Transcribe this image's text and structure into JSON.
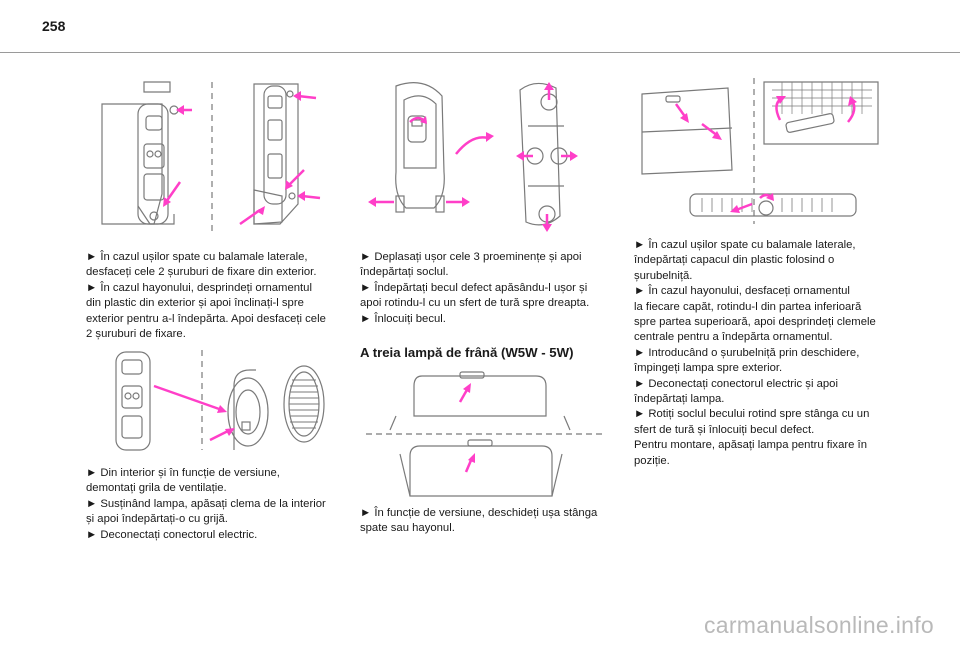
{
  "page": {
    "number": "258"
  },
  "colors": {
    "arrow": "#ff3fc8",
    "line": "#7a7a7a"
  },
  "col1": {
    "block1": [
      "► În cazul ușilor spate cu balamale laterale,",
      "desfaceți cele 2 șuruburi de fixare din exterior.",
      "► În cazul hayonului, desprindeți ornamentul",
      "din plastic din exterior și apoi înclinați-l spre",
      "exterior pentru a-l îndepărta. Apoi desfaceți cele",
      "2 șuruburi de fixare."
    ],
    "block2": [
      "► Din interior și în funcție de versiune,",
      "demontați grila de ventilație.",
      "► Susținând lampa, apăsați clema de la interior",
      "și apoi îndepărtați-o cu grijă.",
      "► Deconectați conectorul electric."
    ]
  },
  "col2": {
    "block1": [
      "► Deplasați ușor cele 3 proeminențe și apoi",
      "îndepărtați soclul.",
      "► Îndepărtați becul defect apăsându-l ușor și",
      "apoi rotindu-l cu un sfert de tură spre dreapta.",
      "► Înlocuiți becul."
    ],
    "section_title": "A treia lampă de frână (W5W - 5W)",
    "block2": [
      "► În funcție de versiune, deschideți ușa stânga",
      "spate sau hayonul."
    ]
  },
  "col3": {
    "block1": [
      "► În cazul ușilor spate cu balamale laterale,",
      "îndepărtați capacul din plastic folosind o",
      "șurubelniță.",
      "► În cazul hayonului, desfaceți ornamentul",
      "la fiecare capăt, rotindu-l din partea inferioară",
      "spre partea superioară, apoi desprindeți clemele",
      "centrale pentru a îndepărta ornamentul.",
      "► Introducând o șurubelniță prin deschidere,",
      "împingeți lampa spre exterior.",
      "► Deconectați conectorul electric și apoi",
      "îndepărtați lampa.",
      "► Rotiți soclul becului rotind spre stânga cu un",
      "sfert de tură și înlocuiți becul defect.",
      "Pentru montare, apăsați lampa pentru fixare în",
      "poziție."
    ]
  },
  "watermark": "carmanualsonline.info"
}
